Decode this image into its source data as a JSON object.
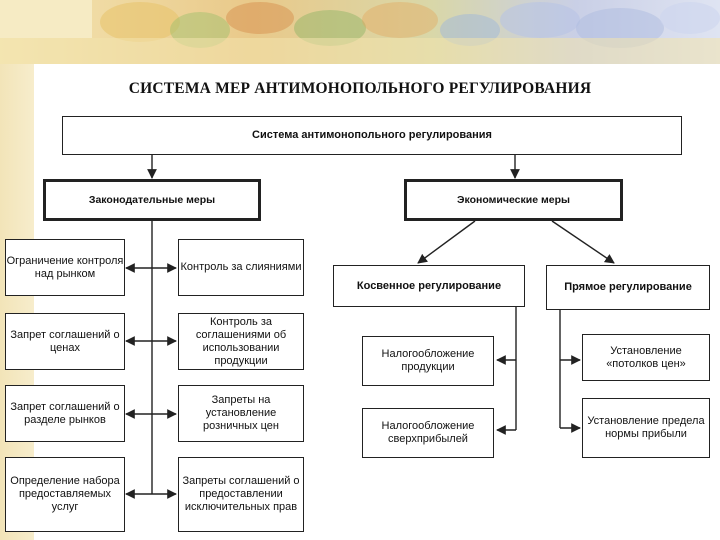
{
  "title": "СИСТЕМА МЕР АНТИМОНОПОЛЬНОГО РЕГУЛИРОВАНИЯ",
  "root": "Система антимонопольного регулирования",
  "legislative": {
    "header": "Законодательные меры",
    "left": [
      "Ограничение контроля над рынком",
      "Запрет соглашений о ценах",
      "Запрет соглашений о разделе рынков",
      "Определение набора предоставляемых услуг"
    ],
    "right": [
      "Контроль за слияниями",
      "Контроль за соглашениями об использовании продукции",
      "Запреты на установление розничных цен",
      "Запреты соглашений о предоставлении исключительных прав"
    ]
  },
  "economic": {
    "header": "Экономические меры",
    "indirect": {
      "header": "Косвенное регулирование",
      "items": [
        "Налогообложение продукции",
        "Налогообложение сверхприбылей"
      ]
    },
    "direct": {
      "header": "Прямое регулирование",
      "items": [
        "Установление «потолков цен»",
        "Установление предела нормы прибыли"
      ]
    }
  },
  "colors": {
    "line": "#222222",
    "box_border": "#222222",
    "background": "#ffffff"
  }
}
